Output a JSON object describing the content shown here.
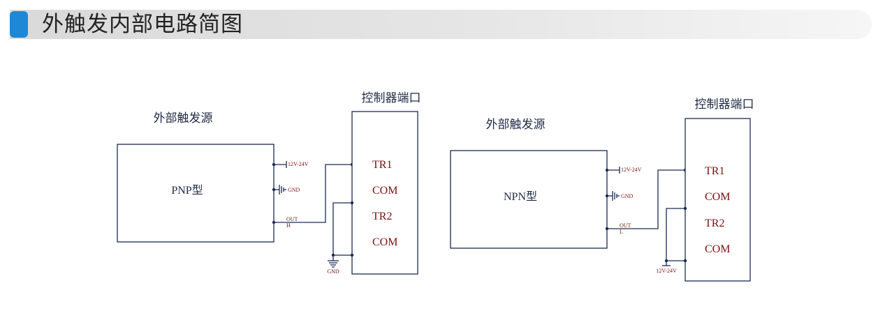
{
  "header": {
    "title": "外触发内部电路简图",
    "accent_color": "#1e88d6"
  },
  "pnp": {
    "source_label": "外部触发源",
    "device_label": "PNP型",
    "pin_power": "12V-24V",
    "pin_gnd": "GND",
    "pin_out": "OUT",
    "out_level": "H",
    "controller_label": "控制器端口",
    "ports": [
      "TR1",
      "COM",
      "TR2",
      "COM"
    ],
    "common_label": "GND"
  },
  "npn": {
    "source_label": "外部触发源",
    "device_label": "NPN型",
    "pin_power": "12V-24V",
    "pin_gnd": "GND",
    "pin_out": "OUT",
    "out_level": "L",
    "controller_label": "控制器端口",
    "ports": [
      "TR1",
      "COM",
      "TR2",
      "COM"
    ],
    "common_label": "12V-24V"
  },
  "colors": {
    "wire": "#1c2a52",
    "port_text": "#7a0f10"
  }
}
